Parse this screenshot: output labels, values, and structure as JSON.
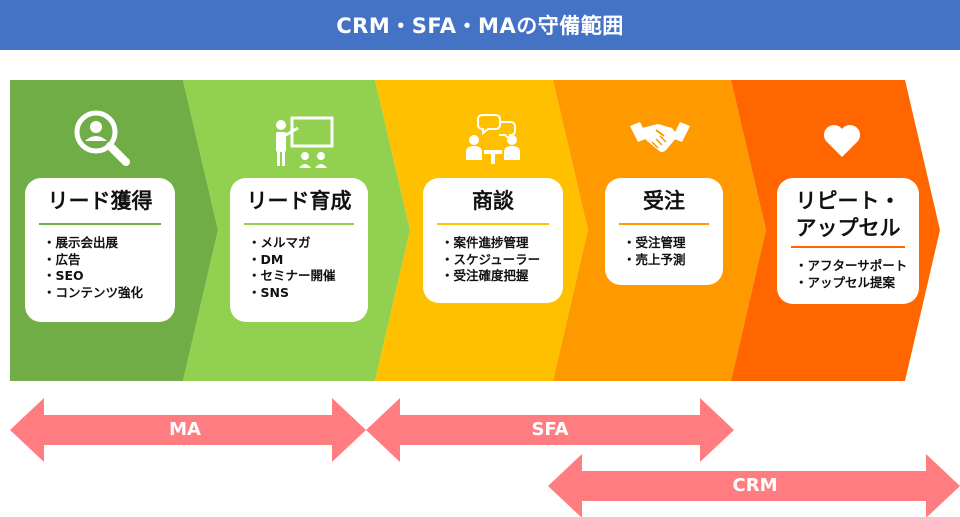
{
  "title": "CRM・SFA・MAの守備範囲",
  "colors": {
    "header": "#4472c4",
    "stage1": "#70ad47",
    "stage2": "#92d050",
    "stage3": "#ffc000",
    "stage4": "#ff9900",
    "stage5": "#ff6600",
    "range_arrow": "#ff7c80"
  },
  "stages": [
    {
      "title": "リード獲得",
      "icon": "search-person-icon",
      "items": [
        "展示会出展",
        "広告",
        "SEO",
        "コンテンツ強化"
      ]
    },
    {
      "title": "リード育成",
      "icon": "presentation-icon",
      "items": [
        "メルマガ",
        "DM",
        "セミナー開催",
        "SNS"
      ]
    },
    {
      "title": "商談",
      "icon": "meeting-icon",
      "items": [
        "案件進捗管理",
        "スケジューラー",
        "受注確度把握"
      ]
    },
    {
      "title": "受注",
      "icon": "handshake-icon",
      "items": [
        "受注管理",
        "売上予測"
      ]
    },
    {
      "title_line1": "リピート・",
      "title_line2": "アップセル",
      "icon": "heart-icon",
      "items": [
        "アフターサポート",
        "アップセル提案"
      ]
    }
  ],
  "ranges": [
    {
      "label": "MA"
    },
    {
      "label": "SFA"
    },
    {
      "label": "CRM"
    }
  ]
}
